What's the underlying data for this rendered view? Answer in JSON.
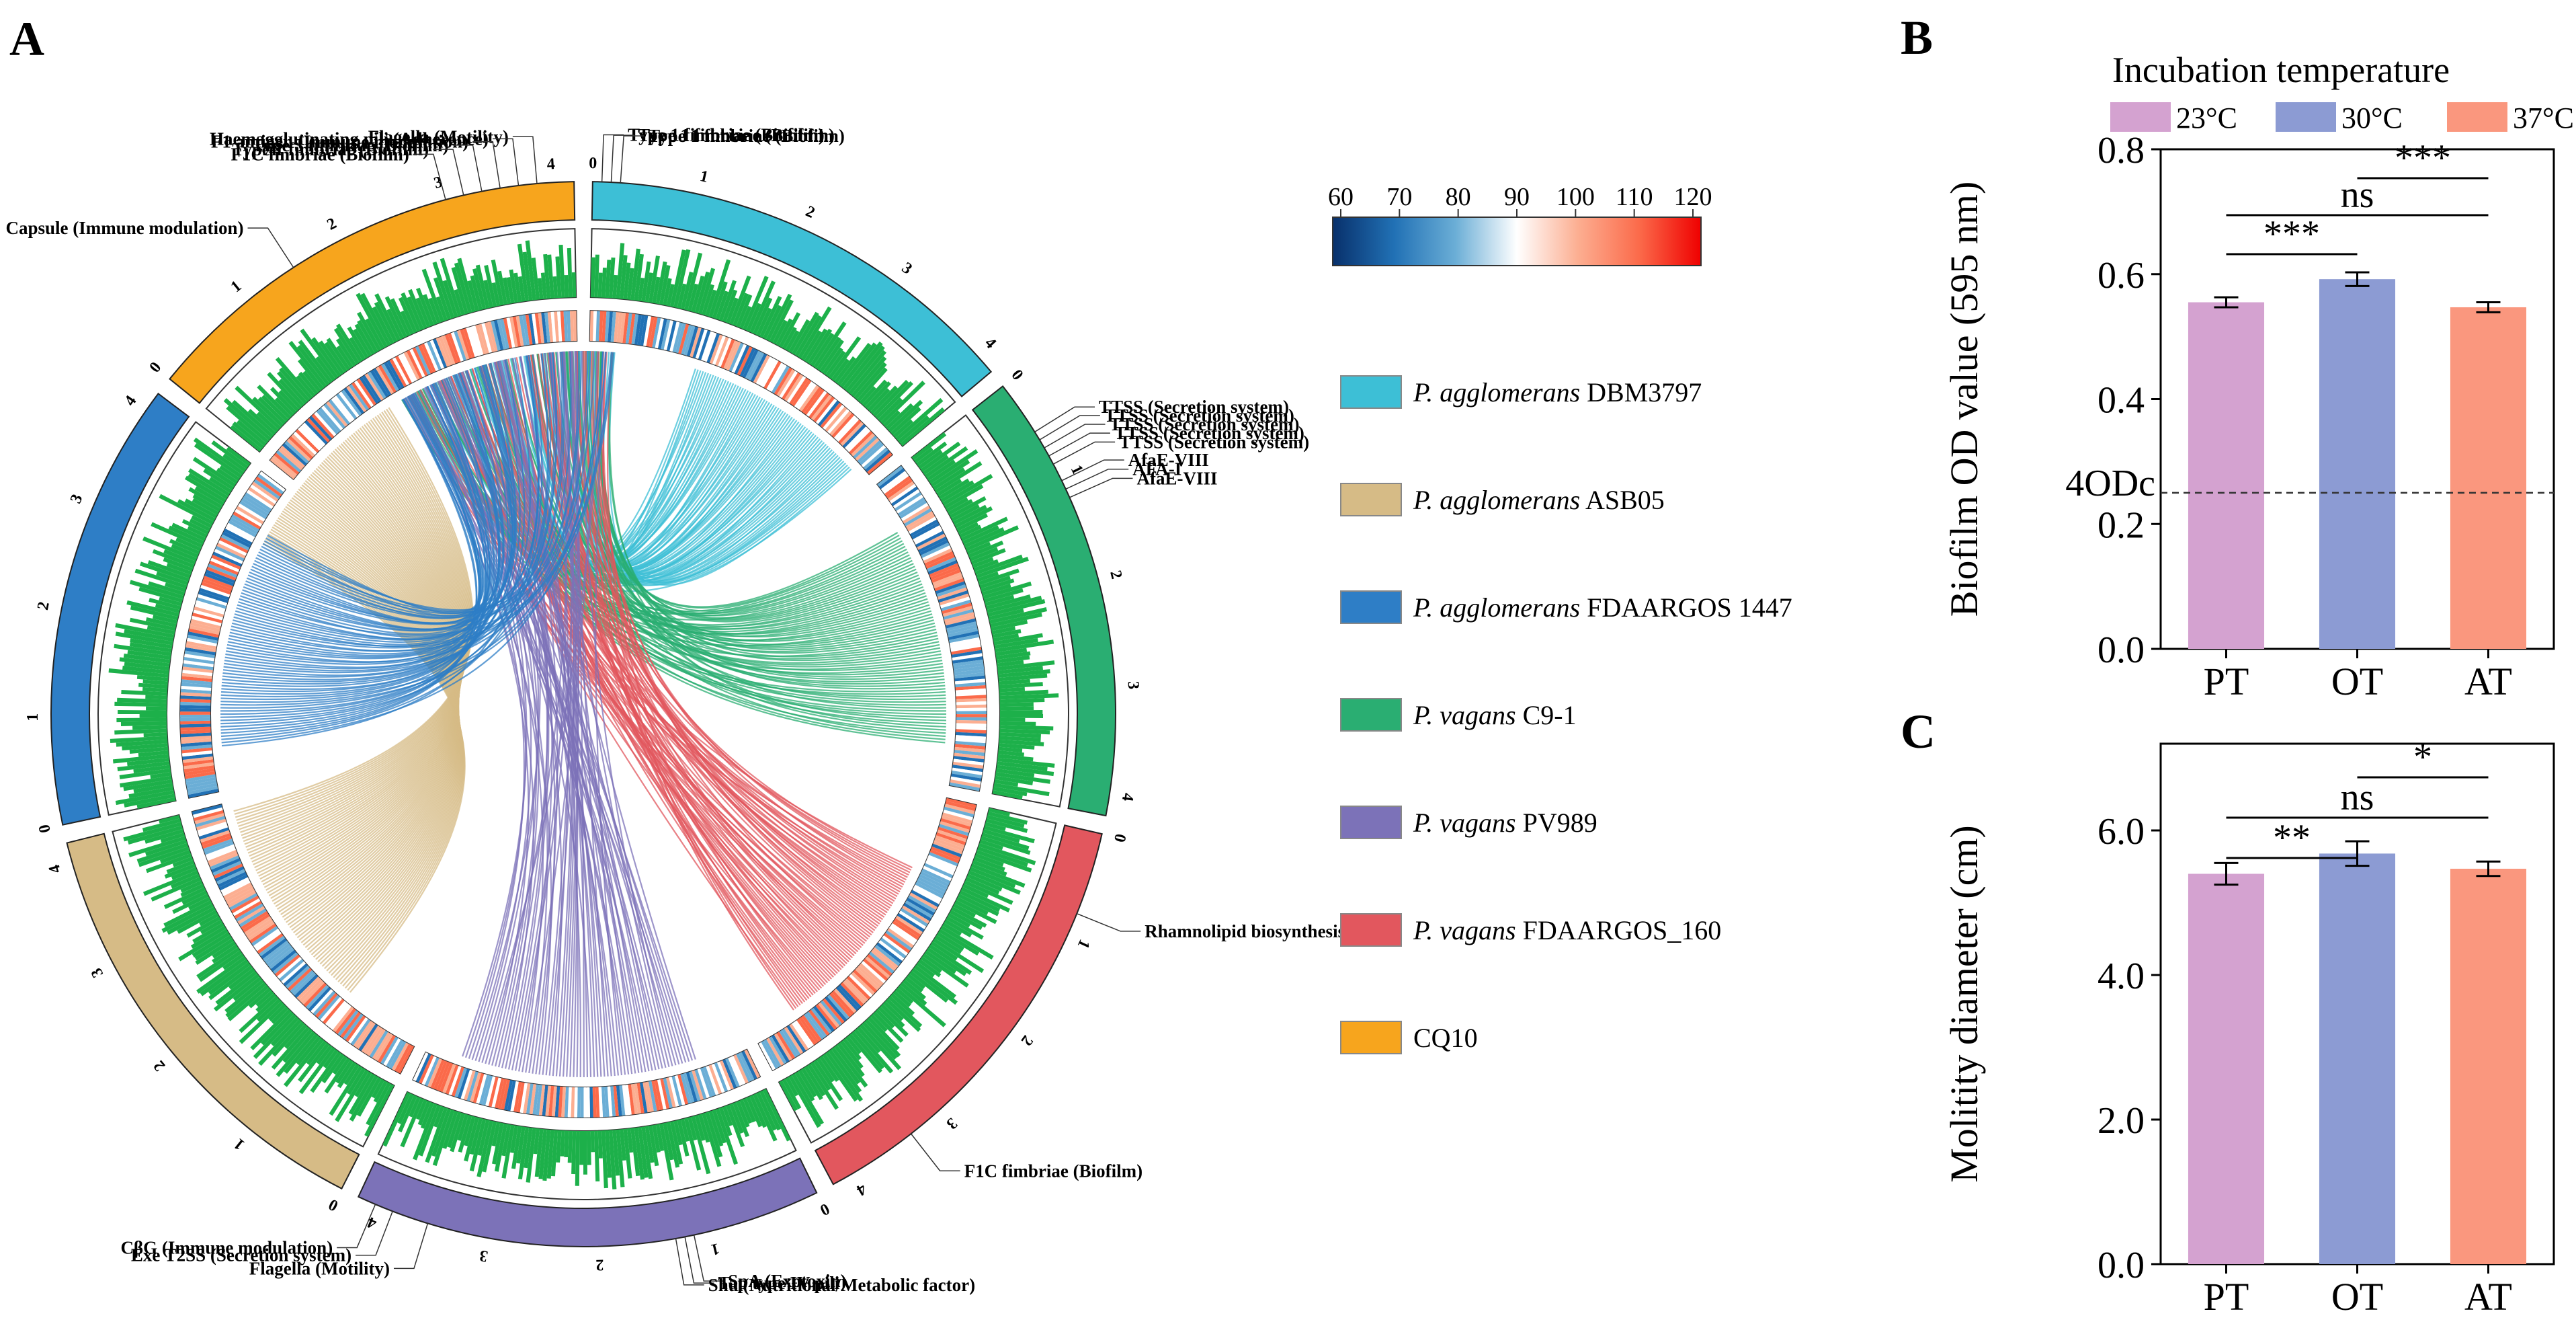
{
  "panels": {
    "a": "A",
    "b": "B",
    "c": "C"
  },
  "genomes": [
    {
      "name": "P. agglomerans",
      "strain": " DBM3797",
      "italic": true,
      "color": "#3DBFD6",
      "ticks": [
        "0",
        "1",
        "2",
        "3",
        "4"
      ]
    },
    {
      "name": "P. vagans",
      "strain": " C9-1",
      "italic": true,
      "color": "#2AAE72",
      "ticks": [
        "0",
        "1",
        "2",
        "3",
        "4"
      ]
    },
    {
      "name": "P. vagans",
      "strain": " FDAARGOS_160",
      "italic": true,
      "color": "#E2575E",
      "ticks": [
        "0",
        "1",
        "2",
        "3",
        "4"
      ]
    },
    {
      "name": "P. vagans",
      "strain": " PV989",
      "italic": true,
      "color": "#7C72B8",
      "ticks": [
        "0",
        "1",
        "2",
        "3",
        "4"
      ]
    },
    {
      "name": "P. agglomerans",
      "strain": " ASB05",
      "italic": true,
      "color": "#D6BB86",
      "ticks": [
        "0",
        "1",
        "2",
        "3",
        "4"
      ]
    },
    {
      "name": "P. agglomerans",
      "strain": " FDAARGOS 1447",
      "italic": true,
      "color": "#2E7EC6",
      "ticks": [
        "0",
        "1",
        "2",
        "3",
        "4"
      ]
    },
    {
      "name": "CQ10",
      "strain": "",
      "italic": false,
      "color": "#F7A51D",
      "ticks": [
        "0",
        "1",
        "2",
        "3",
        "4"
      ]
    }
  ],
  "legend_order": [
    0,
    4,
    5,
    1,
    3,
    2,
    6
  ],
  "colorbar": {
    "ticks": [
      "60",
      "70",
      "80",
      "90",
      "100",
      "110",
      "120"
    ],
    "colors": [
      "#08306B",
      "#2171B5",
      "#6BAED6",
      "#FFFFFF",
      "#FCAE91",
      "#FB6A4A",
      "#EF0000"
    ]
  },
  "gene_labels": [
    {
      "text": "Flagella (Motility)",
      "angle": -5
    },
    {
      "text": "Haemagglutinating pili (Adherence)",
      "angle": -7
    },
    {
      "text": "F1 antigen (Immune modulation)",
      "angle": -9
    },
    {
      "text": "Type 3 fimbriae (Biofilm)",
      "angle": -11
    },
    {
      "text": "Type 1 fimbriae (Biofilm)",
      "angle": -13
    },
    {
      "text": "F1C fimbriae (Biofilm)",
      "angle": -15
    },
    {
      "text": "Capsule (Immune modulation)",
      "angle": -33
    },
    {
      "text": "Type 1 fimbriae (Biofilm)",
      "angle": 2
    },
    {
      "text": "Type 1 fimbriae (Biofilm)",
      "angle": 3
    },
    {
      "text": "Type 1 fimbriae (Biofilm)",
      "angle": 4
    },
    {
      "text": "TTSS (Secretion system)",
      "angle": 58
    },
    {
      "text": "TTSS (Secretion system)",
      "angle": 59
    },
    {
      "text": "TTSS (Secretion system)",
      "angle": 60
    },
    {
      "text": "TTSS (Secretion system)",
      "angle": 61
    },
    {
      "text": "TTSS (Secretion system)",
      "angle": 62
    },
    {
      "text": "AfaE-VIII",
      "angle": 64
    },
    {
      "text": "AFA-I",
      "angle": 65
    },
    {
      "text": "AfaE-VIII",
      "angle": 66
    },
    {
      "text": "Rhamnolipid biosynthesis",
      "angle": 112
    },
    {
      "text": "F1C fimbriae (Biofilm)",
      "angle": 142
    },
    {
      "text": "SpA (Exotoxin)",
      "angle": 168
    },
    {
      "text": "Tap type IV pili",
      "angle": 169
    },
    {
      "text": "Shu (Nutritional/Metabolic factor)",
      "angle": 170
    },
    {
      "text": "Flagella (Motility)",
      "angle": 197
    },
    {
      "text": "Exe T2SS (Secretion system)",
      "angle": 201
    },
    {
      "text": "CβG (Immune modulation)",
      "angle": 203
    }
  ],
  "chart_data": [
    {
      "type": "bar",
      "panel": "B",
      "legend_title": "Incubation temperature",
      "legend": [
        "23°C",
        "30°C",
        "37°C"
      ],
      "categories": [
        "PT",
        "OT",
        "AT"
      ],
      "values": [
        0.555,
        0.592,
        0.547
      ],
      "errors": [
        0.008,
        0.011,
        0.008
      ],
      "colors": [
        "#D4A2D0",
        "#8C9BD3",
        "#FA977E"
      ],
      "ylabel": "Biofilm OD value (595 nm)",
      "ylim": [
        0,
        0.8
      ],
      "yticks": [
        "0.0",
        "0.2",
        "0.4",
        "0.6",
        "0.8"
      ],
      "reference_line": {
        "label": "4ODc",
        "value": 0.25
      },
      "significance": [
        {
          "from": 0,
          "to": 1,
          "label": "***"
        },
        {
          "from": 0,
          "to": 2,
          "label": "ns"
        },
        {
          "from": 1,
          "to": 2,
          "label": "***"
        }
      ]
    },
    {
      "type": "bar",
      "panel": "C",
      "categories": [
        "PT",
        "OT",
        "AT"
      ],
      "values": [
        5.4,
        5.68,
        5.47
      ],
      "errors": [
        0.15,
        0.17,
        0.1
      ],
      "colors": [
        "#D4A2D0",
        "#8C9BD3",
        "#FA977E"
      ],
      "ylabel": "Molitity diameter (cm)",
      "ylim": [
        0,
        7.2
      ],
      "yticks": [
        "0.0",
        "2.0",
        "4.0",
        "6.0"
      ],
      "yticks_values": [
        0,
        2,
        4,
        6
      ],
      "significance": [
        {
          "from": 0,
          "to": 1,
          "label": "**"
        },
        {
          "from": 0,
          "to": 2,
          "label": "ns"
        },
        {
          "from": 1,
          "to": 2,
          "label": "*"
        }
      ]
    }
  ]
}
